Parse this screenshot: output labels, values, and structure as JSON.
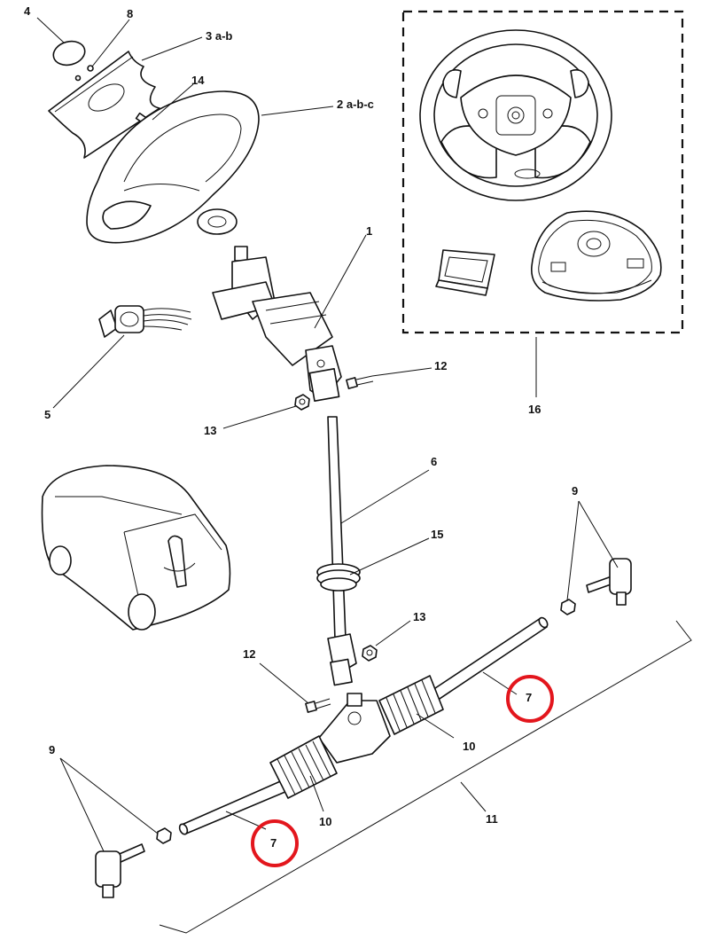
{
  "callouts": {
    "c1": "1",
    "c2": "2 a-b-c",
    "c3": "3 a-b",
    "c4": "4",
    "c5": "5",
    "c6": "6",
    "c7a": "7",
    "c7b": "7",
    "c8": "8",
    "c9a": "9",
    "c9b": "9",
    "c10a": "10",
    "c10b": "10",
    "c11": "11",
    "c12a": "12",
    "c12b": "12",
    "c13a": "13",
    "c13b": "13",
    "c14": "14",
    "c15": "15",
    "c16": "16"
  },
  "colors": {
    "ink": "#111111",
    "highlight": "#e3161d",
    "background": "#ffffff"
  }
}
